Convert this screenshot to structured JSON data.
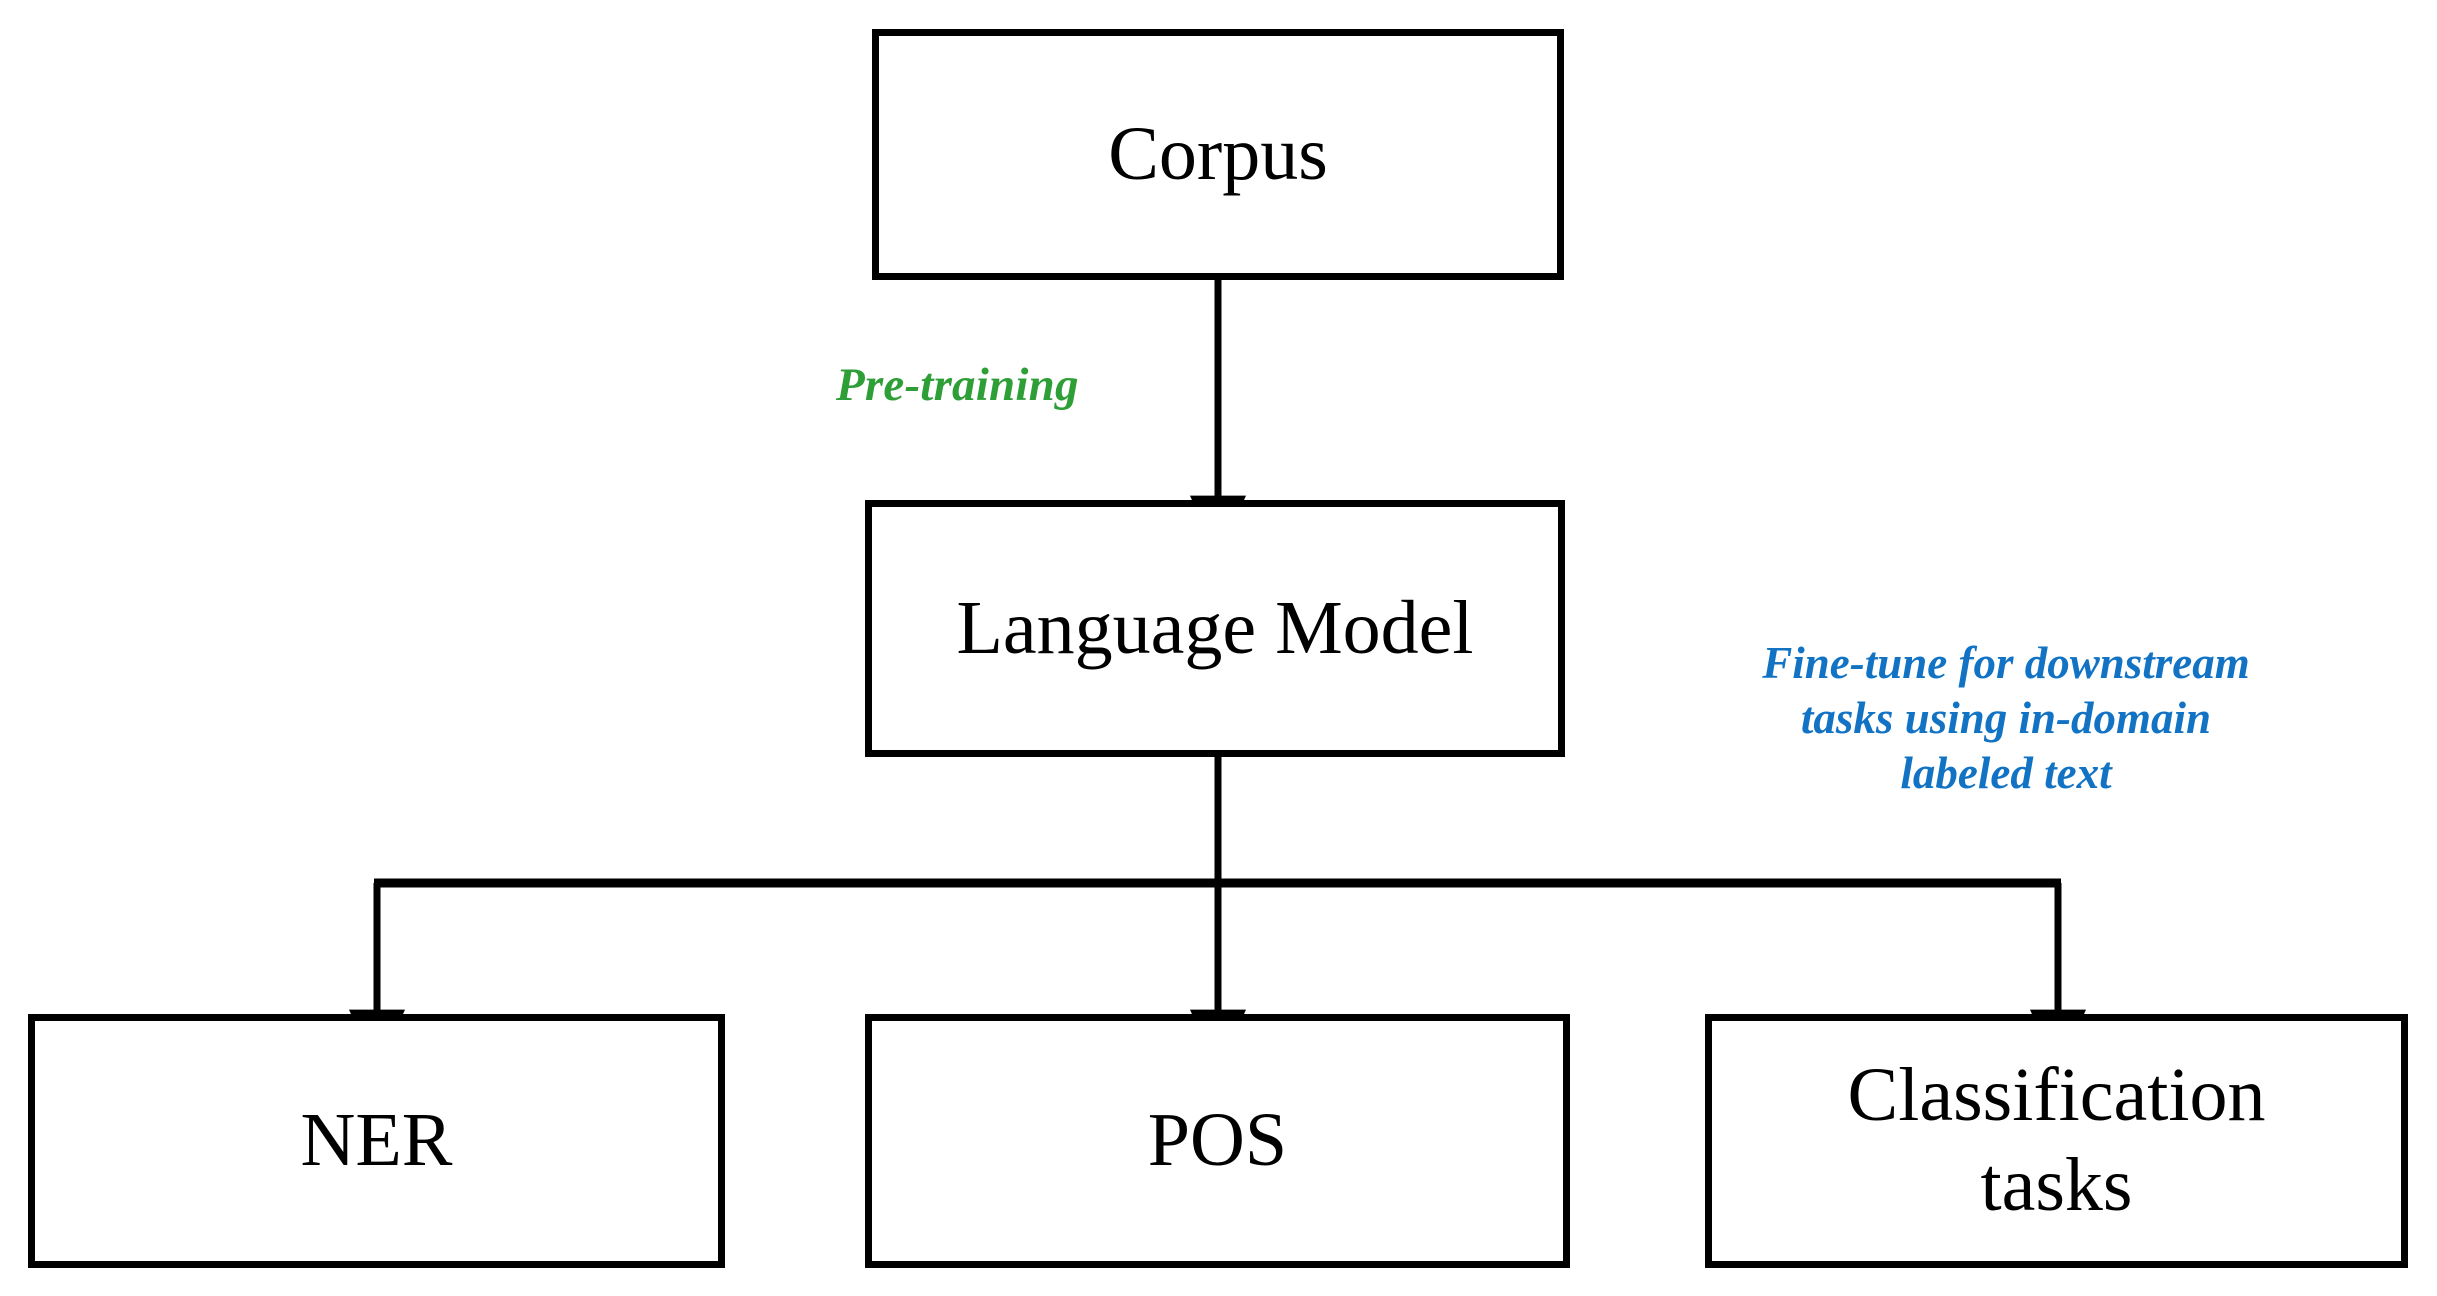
{
  "diagram": {
    "title": "Language model pre-training and fine-tuning pipeline",
    "type": "flowchart",
    "background_color": "#ffffff",
    "box_border_color": "#000000",
    "box_fill_color": "#ffffff",
    "arrow_color": "#000000"
  },
  "nodes": {
    "corpus": {
      "label": "Corpus"
    },
    "language_model": {
      "label": "Language Model"
    },
    "ner": {
      "label": "NER"
    },
    "pos": {
      "label": "POS"
    },
    "classification": {
      "label": "Classification\ntasks"
    }
  },
  "edge_labels": {
    "pre_training": {
      "text": "Pre-training",
      "color": "#2E9E36"
    },
    "fine_tune": {
      "text": "Fine-tune for downstream\ntasks using in-domain\nlabeled text",
      "color": "#1273C4"
    }
  },
  "edges": [
    {
      "from": "corpus",
      "to": "language_model",
      "label": "Pre-training",
      "style": "straight-arrow-down"
    },
    {
      "from": "language_model",
      "to": "ner",
      "label": "Fine-tune for downstream tasks using in-domain labeled text",
      "style": "elbow-arrow-down"
    },
    {
      "from": "language_model",
      "to": "pos",
      "label": "Fine-tune for downstream tasks using in-domain labeled text",
      "style": "straight-arrow-down"
    },
    {
      "from": "language_model",
      "to": "classification",
      "label": "Fine-tune for downstream tasks using in-domain labeled text",
      "style": "elbow-arrow-down"
    }
  ]
}
